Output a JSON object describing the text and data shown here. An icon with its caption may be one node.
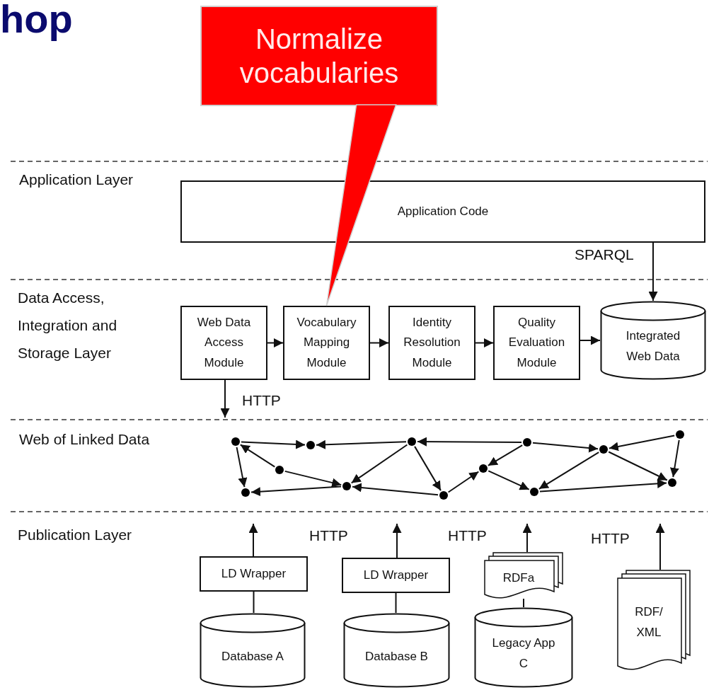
{
  "diagram": {
    "title": "hop",
    "nodes": [
      {
        "text": [
          "Normalize vocabularies"
        ]
      },
      {
        "text": [
          "Application Code"
        ]
      },
      {
        "text": [
          "Web Data Access Module"
        ]
      },
      {
        "text": [
          "Vocabulary Mapping Module"
        ]
      },
      {
        "text": [
          "Identity Resolution Module"
        ]
      },
      {
        "text": [
          "Quality Evaluation Module"
        ]
      },
      {
        "text": [
          "Integrated Web Data"
        ]
      },
      {
        "text": [],
        "shape": "circle"
      },
      {
        "text": [],
        "shape": "circle"
      },
      {
        "text": [],
        "shape": "circle"
      },
      {
        "text": [],
        "shape": "circle"
      },
      {
        "text": [],
        "shape": "circle"
      },
      {
        "text": [],
        "shape": "circle"
      },
      {
        "text": [],
        "shape": "circle"
      },
      {
        "text": [],
        "shape": "circle"
      },
      {
        "text": [],
        "shape": "circle"
      },
      {
        "text": [],
        "shape": "circle"
      },
      {
        "text": [],
        "shape": "circle"
      },
      {
        "text": [],
        "shape": "circle"
      },
      {
        "text": [],
        "shape": "circle"
      },
      {
        "text": [
          "LD Wrapper"
        ]
      },
      {
        "text": [
          "Database A"
        ]
      },
      {
        "text": [
          "LD Wrapper"
        ]
      },
      {
        "text": [
          "Database B"
        ]
      },
      {
        "text": [
          "RDFa"
        ]
      },
      {
        "text": [
          "Legacy App C"
        ]
      },
      {
        "text": [
          "RDF/ XML"
        ]
      }
    ],
    "edges": [
      {
        "from": 0,
        "to": 3,
        "arrow": "none",
        "color": "#ff0000"
      },
      {
        "from": 2,
        "to": 3,
        "arrow": "to"
      },
      {
        "from": 3,
        "to": 4,
        "arrow": "to"
      },
      {
        "from": 4,
        "to": 5,
        "arrow": "to"
      },
      {
        "from": 5,
        "to": 6,
        "arrow": "to"
      },
      {
        "from": 1,
        "to": 6,
        "arrow": "to",
        "label": "SPARQL"
      },
      {
        "from": 2,
        "to": null,
        "arrow": "to",
        "label": "HTTP"
      },
      {
        "from": 7,
        "to": 10,
        "arrow": "to"
      },
      {
        "from": 12,
        "to": 10,
        "arrow": "to"
      },
      {
        "from": 15,
        "to": 12,
        "arrow": "to"
      },
      {
        "from": 15,
        "to": 17,
        "arrow": "to"
      },
      {
        "from": 19,
        "to": 17,
        "arrow": "to"
      },
      {
        "from": 9,
        "to": 7,
        "arrow": "to"
      },
      {
        "from": 7,
        "to": 8,
        "arrow": "to"
      },
      {
        "from": 9,
        "to": 11,
        "arrow": "to"
      },
      {
        "from": 12,
        "to": 11,
        "arrow": "to"
      },
      {
        "from": 12,
        "to": 13,
        "arrow": "to"
      },
      {
        "from": 13,
        "to": 11,
        "arrow": "to"
      },
      {
        "from": 11,
        "to": 8,
        "arrow": "to"
      },
      {
        "from": 13,
        "to": 14,
        "arrow": "to"
      },
      {
        "from": 15,
        "to": 14,
        "arrow": "to"
      },
      {
        "from": 14,
        "to": 16,
        "arrow": "to"
      },
      {
        "from": 17,
        "to": 16,
        "arrow": "to"
      },
      {
        "from": 17,
        "to": 18,
        "arrow": "to"
      },
      {
        "from": 19,
        "to": 18,
        "arrow": "to"
      },
      {
        "from": 16,
        "to": 18,
        "arrow": "to"
      },
      {
        "from": 21,
        "to": 20,
        "arrow": "none"
      },
      {
        "from": 23,
        "to": 22,
        "arrow": "none"
      },
      {
        "from": 25,
        "to": 24,
        "arrow": "none"
      },
      {
        "from": 20,
        "to": null,
        "arrow": "to"
      },
      {
        "from": 22,
        "to": null,
        "arrow": "to"
      },
      {
        "from": 24,
        "to": null,
        "arrow": "to"
      },
      {
        "from": 26,
        "to": null,
        "arrow": "to"
      }
    ],
    "labels": [
      "Application Layer",
      "Data Access, Integration and Storage Layer",
      "Web of Linked Data",
      "Publication Layer",
      "HTTP",
      "HTTP",
      "HTTP"
    ]
  }
}
